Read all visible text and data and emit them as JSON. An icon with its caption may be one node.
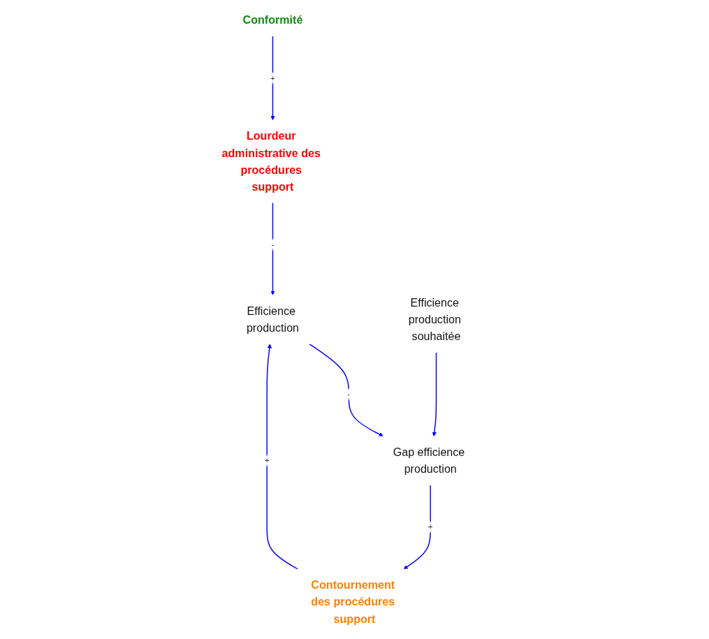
{
  "diagram": {
    "nodes": [
      {
        "text": [
          "Lourdeur administrative des procédures support"
        ]
      },
      {
        "text": [
          "Conformité"
        ]
      },
      {
        "text": [
          "Efficience production"
        ]
      },
      {
        "text": [
          "Contournement des procédures support"
        ]
      },
      {
        "text": [
          "Gap efficience production"
        ]
      },
      {
        "text": [
          "Efficience production souhaitée"
        ]
      }
    ],
    "edges": [
      {
        "from": 1,
        "to": 0,
        "arrow": "to",
        "label": "+"
      },
      {
        "from": 0,
        "to": 2,
        "arrow": "to",
        "label": "-"
      },
      {
        "from": 3,
        "to": 2,
        "arrow": "to",
        "label": "+"
      },
      {
        "from": 2,
        "to": 4,
        "arrow": "to",
        "label": "-"
      },
      {
        "from": 4,
        "to": 3,
        "arrow": "to",
        "label": "+"
      },
      {
        "from": 5,
        "to": 4,
        "arrow": "to"
      }
    ]
  }
}
